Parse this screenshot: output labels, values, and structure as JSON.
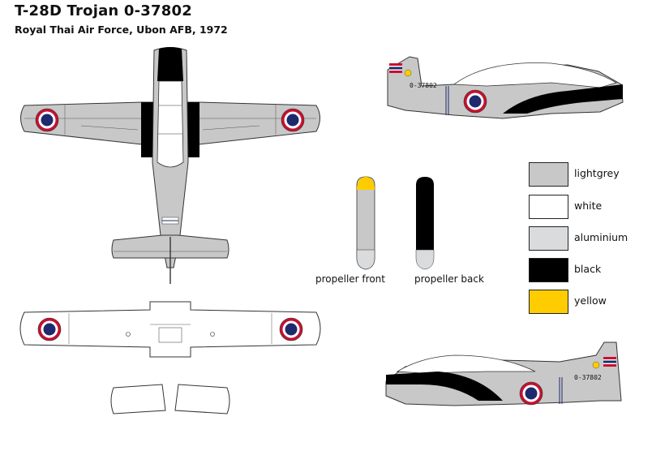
{
  "header": {
    "title": "T-28D Trojan 0-37802",
    "subtitle": "Royal Thai Air Force, Ubon AFB, 1972"
  },
  "serial_markings": [
    "0-37802",
    "0-37802"
  ],
  "propellers": [
    {
      "label": "propeller front",
      "tip_color": "#ffcc00",
      "blade_color": "#c8c8c8",
      "hub_color": "#d9dbdd"
    },
    {
      "label": "propeller back",
      "tip_color": "#000000",
      "blade_color": "#000000",
      "hub_color": "#d9dbdd"
    }
  ],
  "legend": [
    {
      "label": "lightgrey",
      "color": "#c8c8c8"
    },
    {
      "label": "white",
      "color": "#ffffff"
    },
    {
      "label": "aluminium",
      "color": "#d9dbdd"
    },
    {
      "label": "black",
      "color": "#000000"
    },
    {
      "label": "yellow",
      "color": "#ffcc00"
    }
  ],
  "colors": {
    "roundel_red": "#c8102e",
    "roundel_blue": "#1e2a6e",
    "outline": "#333333"
  }
}
